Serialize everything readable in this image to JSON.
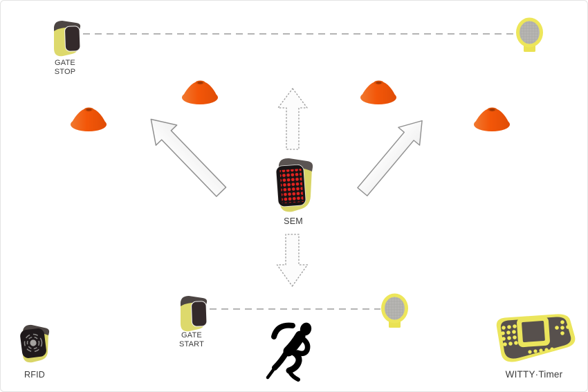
{
  "labels": {
    "gate_stop": [
      "GATE",
      "STOP"
    ],
    "gate_start": [
      "GATE",
      "START"
    ],
    "sem": "SEM",
    "rfid": "RFID",
    "witty_timer": "WITTY·Timer"
  },
  "colors": {
    "device_body_yellow": "#ddd96c",
    "device_cap_gray": "#4c4543",
    "device_panel_dark": "#2e2527",
    "sem_led_red": "#e32320",
    "cone_orange": "#f35608",
    "cone_hole_dark": "#a33703",
    "reflector_yellow": "#ece75f",
    "reflector_mesh_gray": "#b7b6b3",
    "timer_body_gray": "#57504d",
    "dashed_line_gray": "#b4b4b4",
    "arrow_outline_gray": "#8f8f8f",
    "label_text": "#3b3b3b",
    "runner_black": "#000000"
  },
  "scene": {
    "cone_count": 4,
    "solid_arrow_count": 2,
    "dotted_arrow_count": 2,
    "photocell_reflector_pairs": 2
  }
}
